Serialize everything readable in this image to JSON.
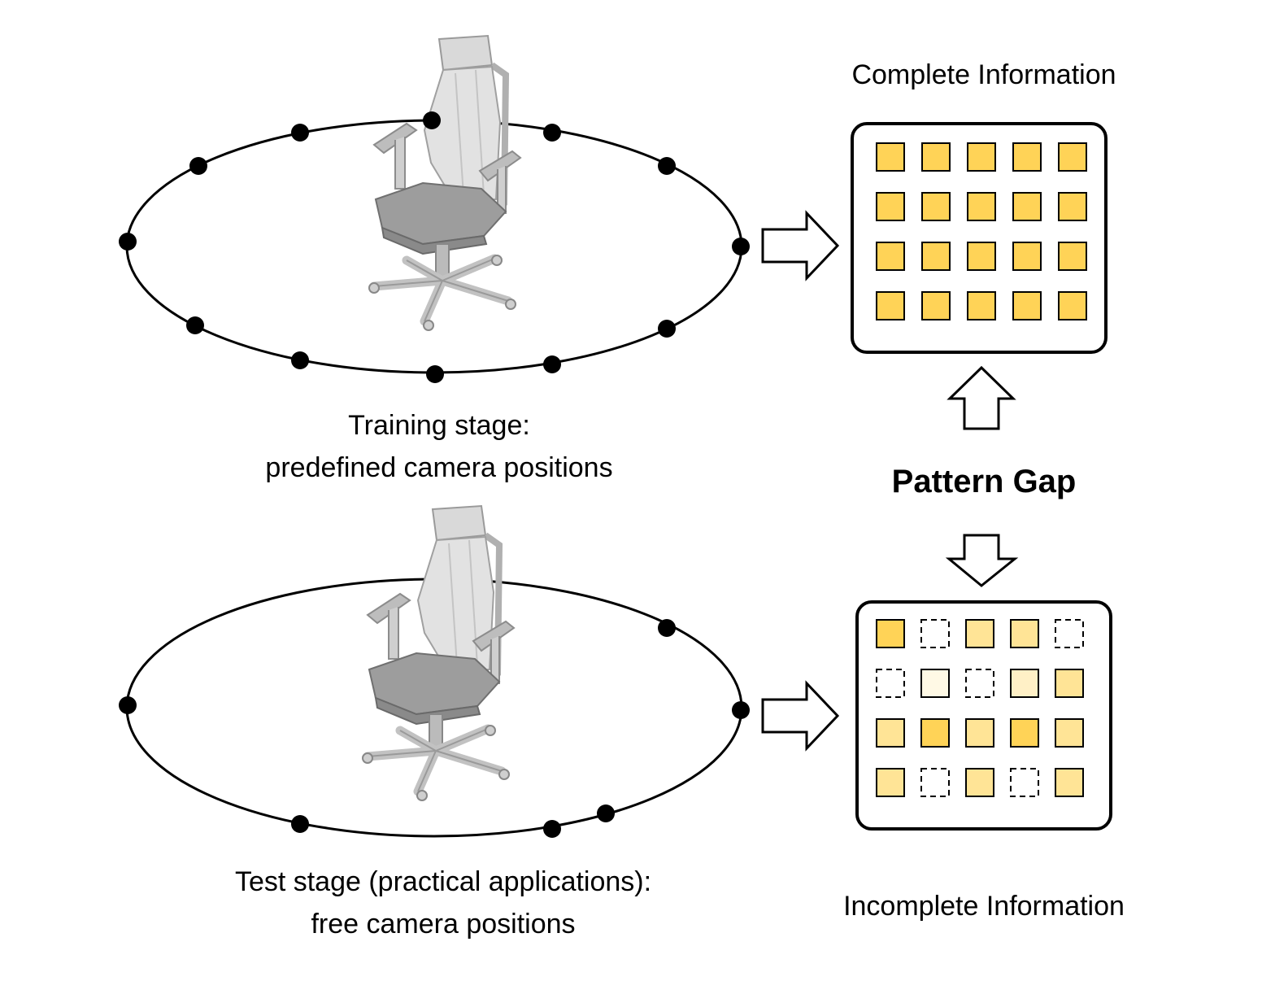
{
  "training": {
    "caption_line1": "Training stage:",
    "caption_line2": "predefined camera positions",
    "cameras": "dense"
  },
  "test": {
    "caption_line1": "Test stage (practical applications):",
    "caption_line2": "free camera positions",
    "cameras": "sparse"
  },
  "complete": {
    "label": "Complete Information",
    "grid_levels": [
      [
        1,
        1,
        1,
        1,
        1
      ],
      [
        1,
        1,
        1,
        1,
        1
      ],
      [
        1,
        1,
        1,
        1,
        1
      ],
      [
        1,
        1,
        1,
        1,
        1
      ]
    ]
  },
  "incomplete": {
    "label": "Incomplete Information",
    "grid_levels": [
      [
        1.0,
        0,
        0.6,
        0.6,
        0
      ],
      [
        0,
        0.1,
        0,
        0.3,
        0.6
      ],
      [
        0.6,
        1.0,
        0.6,
        1.0,
        0.6
      ],
      [
        0.6,
        0,
        0.6,
        0,
        0.6
      ]
    ]
  },
  "gap": {
    "label": "Pattern Gap"
  },
  "colors": {
    "cell_full": "#FFD357",
    "cell_empty": "#FFFDF5",
    "cell_border": "#000000",
    "camera_dot": "#000000",
    "chair": "#c8c8c8"
  }
}
